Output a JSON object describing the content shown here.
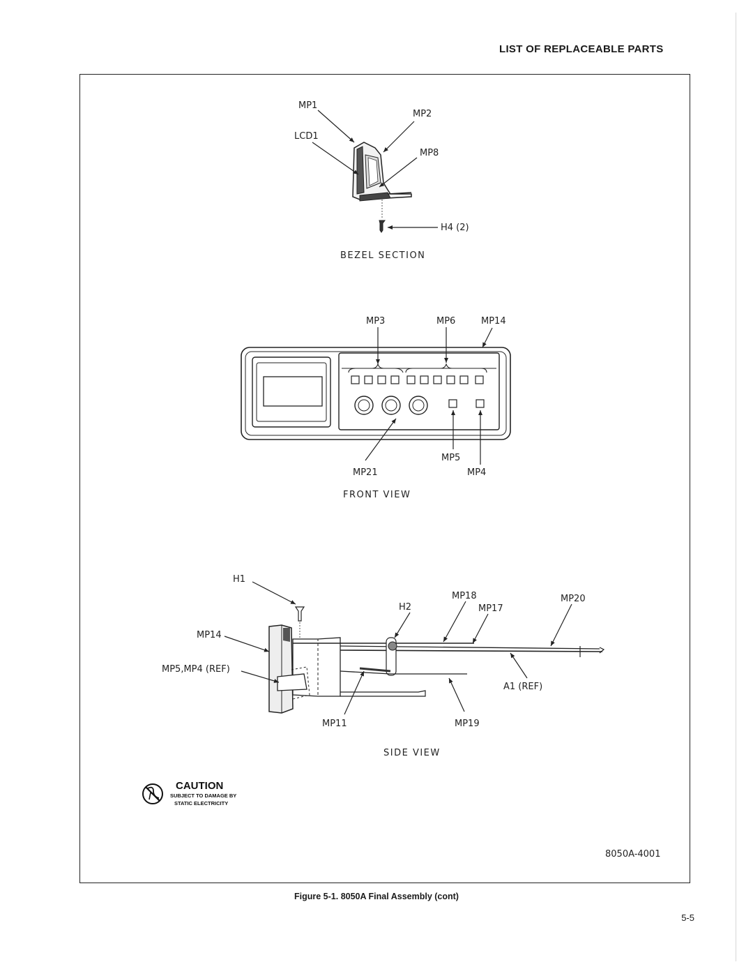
{
  "header": {
    "title": "LIST OF REPLACEABLE PARTS"
  },
  "bezel_section": {
    "title": "BEZEL SECTION",
    "labels": {
      "mp1": "MP1",
      "mp2": "MP2",
      "lcd1": "LCD1",
      "mp8": "MP8",
      "h4": "H4 (2)"
    }
  },
  "front_view": {
    "title": "FRONT VIEW",
    "labels": {
      "mp3": "MP3",
      "mp6": "MP6",
      "mp14": "MP14",
      "mp5": "MP5",
      "mp21": "MP21",
      "mp4": "MP4"
    }
  },
  "side_view": {
    "title": "SIDE VIEW",
    "labels": {
      "h1": "H1",
      "h2": "H2",
      "mp18": "MP18",
      "mp17": "MP17",
      "mp20": "MP20",
      "mp14": "MP14",
      "mp5_mp4": "MP5,MP4 (REF)",
      "a1": "A1 (REF)",
      "mp11": "MP11",
      "mp19": "MP19"
    }
  },
  "caution": {
    "title": "CAUTION",
    "line1": "SUBJECT TO DAMAGE BY",
    "line2": "STATIC ELECTRICITY"
  },
  "drawing_number": "8050A-4001",
  "figure_caption": "Figure 5-1. 8050A Final Assembly (cont)",
  "page_number": "5-5"
}
